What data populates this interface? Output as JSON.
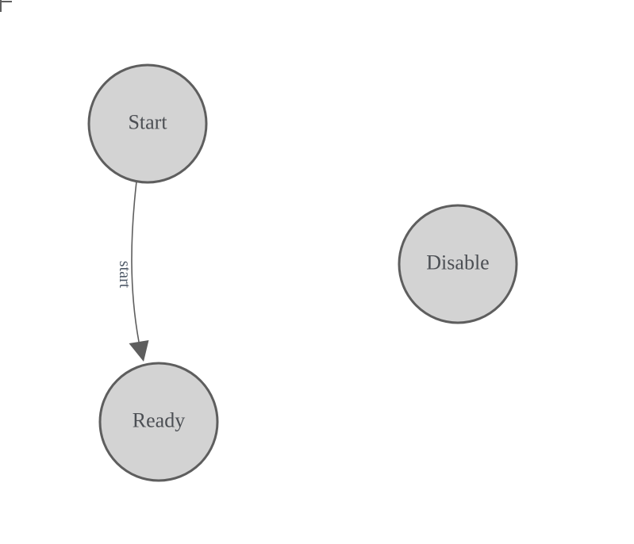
{
  "window": {
    "background": "#ffffff"
  },
  "diagram": {
    "nodes": [
      {
        "id": "start",
        "label": "Start"
      },
      {
        "id": "ready",
        "label": "Ready"
      },
      {
        "id": "disable",
        "label": "Disable"
      }
    ],
    "edges": [
      {
        "source": "Start",
        "target": "Ready",
        "label": "start"
      }
    ],
    "colors": {
      "node_fill": "#d3d3d3",
      "node_stroke": "#5e5e5e",
      "node_text": "#4c4f54",
      "edge_stroke": "#5e5e5e",
      "arrowhead_fill": "#5e5e5e",
      "edge_label_text": "#4f5a68",
      "corner_mark": "#5e5e5e"
    }
  }
}
